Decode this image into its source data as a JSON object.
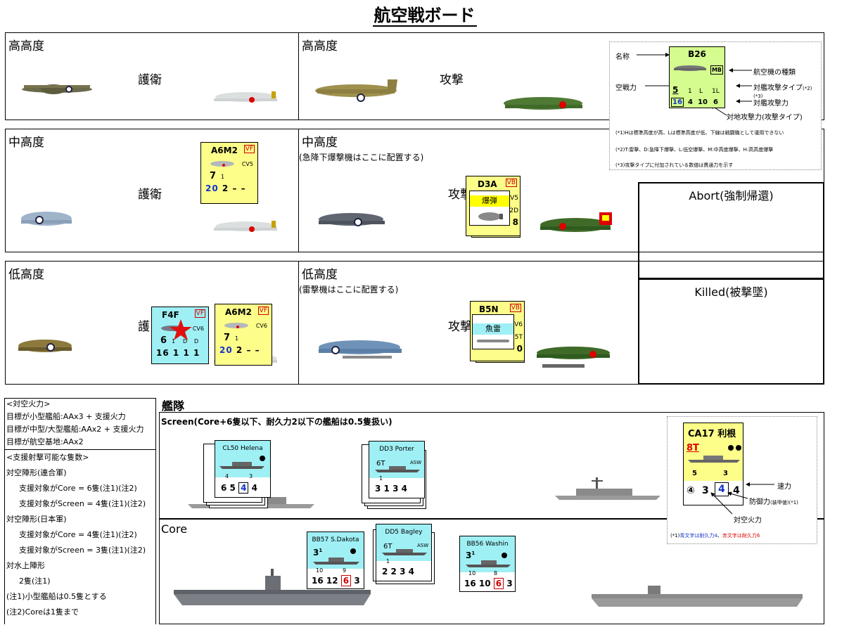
{
  "page_title": "航空戦ボード",
  "zones": {
    "high_left": "高高度",
    "high_right": "高高度",
    "mid_left": "中高度",
    "mid_right": "中高度",
    "mid_right_note": "(急降下爆撃機はここに配置する)",
    "low_left": "低高度",
    "low_right": "低高度",
    "low_right_note": "(雷撃機はここに配置する)"
  },
  "roles": {
    "high_escort": "護衛",
    "high_attack": "攻撃",
    "mid_escort": "護衛",
    "mid_attack": "攻撃",
    "low_escort": "護",
    "low_attack": "攻撃"
  },
  "abort": "Abort(強制帰還)",
  "killed": "Killed(被撃墜)",
  "legend": {
    "name": "名称",
    "aircraft_type": "航空機の種類",
    "air_combat": "空戦力",
    "ship_attack_type": "対艦攻撃タイプ",
    "ship_attack_type_note": "(*2)(*3)",
    "ship_attack": "対艦攻撃力",
    "ground_attack": "対地攻撃力(攻撃タイプ)",
    "note1": "(*1)Hは標準高度が高、Lは標準高度が低、下線は戦闘機として運用できない",
    "note2": "(*2)T:雷撃、D:急降下爆撃、L:低空爆撃、M:中高度爆撃、H:高高度爆撃",
    "note3": "(*3)攻撃タイプに付加されている数値は貫通力を示す",
    "counter": {
      "name": "B26",
      "type": "MB",
      "air": "5",
      "a1": "1",
      "a2": "L",
      "a3": "1L",
      "r1": "16",
      "r2": "4",
      "r3": "10",
      "r4": "6"
    }
  },
  "counters": {
    "a6m2_mid": {
      "name": "A6M2",
      "type": "VF",
      "ship": "CV5",
      "air": "7",
      "sub": "1",
      "bot1": "20",
      "bot2": "2",
      "bot3": "–",
      "bot4": "–"
    },
    "a6m2_low": {
      "name": "A6M2",
      "type": "VF",
      "ship": "CV6",
      "air": "7",
      "sub": "1",
      "bot1": "20",
      "bot2": "2",
      "bot3": "–",
      "bot4": "–"
    },
    "f4f_low": {
      "name": "F4F",
      "type": "VF",
      "ship": "CV6",
      "air": "6",
      "s1": "1",
      "s2": "D",
      "s3": "D",
      "bot1": "16",
      "bot2": "1",
      "bot3": "1",
      "bot4": "1"
    },
    "d3a": {
      "name": "D3A",
      "type": "VB",
      "ship": "V5",
      "side2": "2D",
      "side3": "8",
      "bomb_label": "爆弾"
    },
    "b5n": {
      "name": "B5N",
      "type": "VB",
      "ship": "V6",
      "side2": "5T",
      "side3": "0",
      "bomb_label": "魚雷"
    }
  },
  "aa_box": {
    "title": "<対空火力>",
    "line1": "目標が小型艦船:AAx3 + 支援火力",
    "line2": "目標が中型/大型艦船:AAx2 + 支援火力",
    "line3": "目標が航空基地:AAx2"
  },
  "support_box": {
    "title": "<支援射撃可能な隻数>",
    "allied": "対空陣形(連合軍)",
    "allied_core": "支援対象がCore = 6隻(注1)(注2)",
    "allied_screen": "支援対象がScreen = 4隻(注1)(注2)",
    "japan": "対空陣形(日本軍)",
    "japan_core": "支援対象がCore = 4隻(注1)(注2)",
    "japan_screen": "支援対象がScreen = 3隻(注1)(注2)",
    "surface": "対水上陣形",
    "surface_count": "2隻(注1)",
    "note1": "(注1)小型艦船は0.5隻とする",
    "note2": "(注2)Coreは1隻まで"
  },
  "fleet": {
    "title": "艦隊",
    "screen_label": "Screen(Core+6隻以下、耐久力2以下の艦船は0.5隻扱い)",
    "core_label": "Core"
  },
  "ships": {
    "cl50": {
      "name": "CL50 Helena",
      "mid1": "4",
      "mid2": "3",
      "v1": "6",
      "v2": "5",
      "v3": "4",
      "v4": "4"
    },
    "dd3": {
      "name": "DD3 Porter",
      "tag": "6T",
      "asw": "ASW",
      "sub": "1",
      "v1": "3",
      "v2": "1",
      "v3": "3",
      "v4": "4"
    },
    "bb57": {
      "name": "BB57 S.Dakota",
      "tag": "3",
      "sup": "1",
      "mid1": "10",
      "mid2": "9",
      "v1": "16",
      "v2": "12",
      "v3": "6",
      "v4": "3"
    },
    "dd5": {
      "name": "DD5 Bagley",
      "tag": "6T",
      "asw": "ASW",
      "sub": "1",
      "v1": "2",
      "v2": "2",
      "v3": "3",
      "v4": "4"
    },
    "bb56": {
      "name": "BB56 Washin",
      "tag": "3",
      "sup": "1",
      "mid1": "10",
      "mid2": "8",
      "v1": "16",
      "v2": "10",
      "v3": "6",
      "v4": "3"
    }
  },
  "ship_legend": {
    "name": "CA17 利根",
    "tag": "8T",
    "mid1": "5",
    "mid2": "3",
    "v1": "④",
    "v2": "3",
    "v3": "4",
    "v4": "4",
    "speed": "速力",
    "defense": "防御力",
    "defense_note": "(装甲値)(*1)",
    "aa": "対空火力",
    "note_prefix": "(*1)",
    "note_blue": "青文字は耐久力4",
    "note_sep": "、",
    "note_red": "赤文字は耐久力6"
  }
}
